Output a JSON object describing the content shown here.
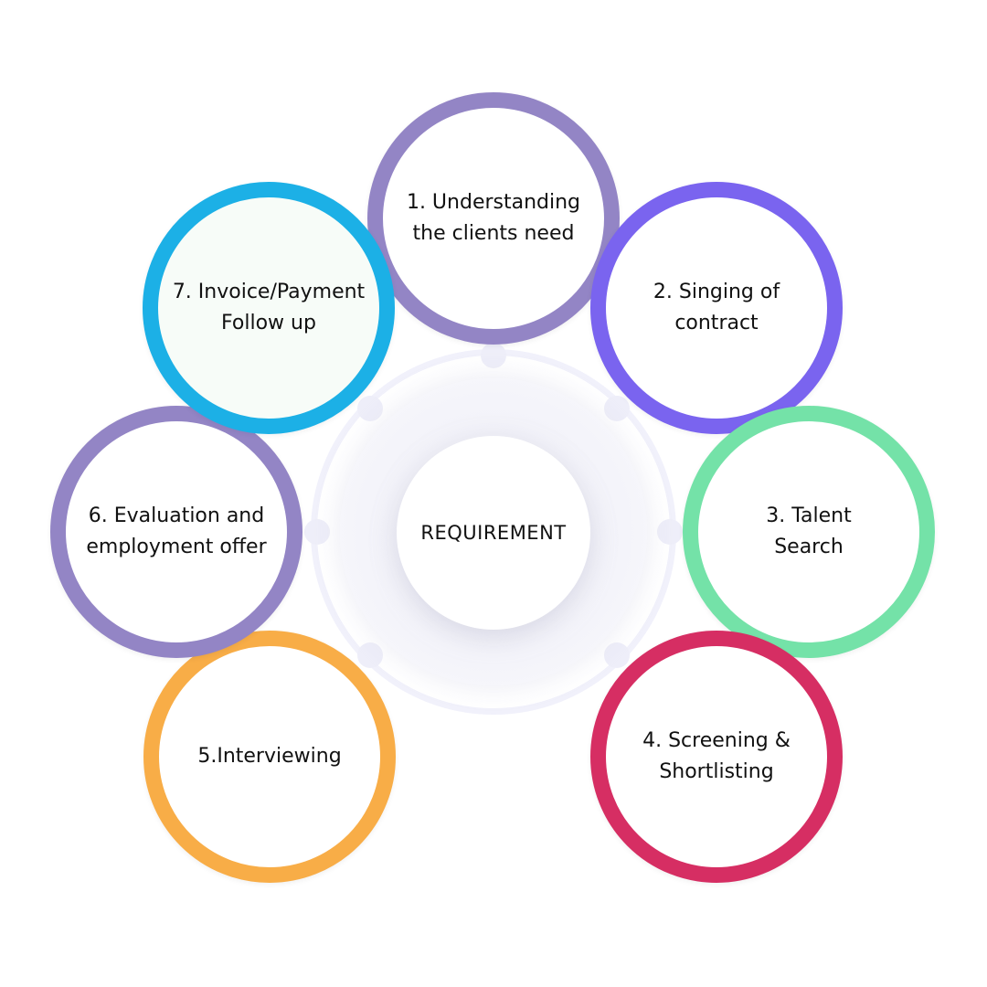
{
  "center": {
    "label": "REQUIREMENT"
  },
  "steps": [
    {
      "label": "1. Understanding\nthe clients need",
      "color": "#9385c5"
    },
    {
      "label": "2. Singing of\ncontract",
      "color": "#7a64ef"
    },
    {
      "label": "3. Talent\nSearch",
      "color": "#74e2a8"
    },
    {
      "label": "4. Screening &\nShortlisting",
      "color": "#d62e63"
    },
    {
      "label": "5.Interviewing",
      "color": "#f8ad47"
    },
    {
      "label": "6. Evaluation and\nemployment offer",
      "color": "#9385c5"
    },
    {
      "label": "7. Invoice/Payment\nFollow up",
      "color": "#1cb0e6"
    }
  ]
}
